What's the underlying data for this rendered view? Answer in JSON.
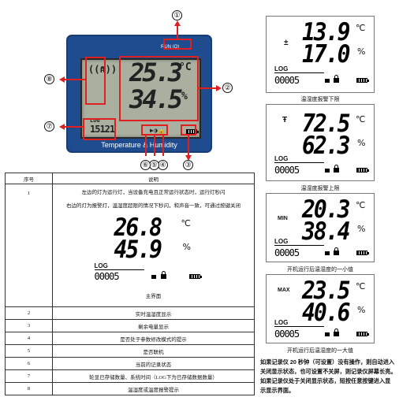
{
  "device": {
    "run_label": "RUN (O)",
    "temperature": "25.3",
    "humidity": "34.5",
    "temp_unit": "°C",
    "hum_unit": "%",
    "log_label": "LOG",
    "log_count": "15121",
    "footer": "Temperature & Humidity",
    "callouts": [
      "①",
      "②",
      "③",
      "④",
      "⑤",
      "⑥",
      "⑦",
      "⑧"
    ]
  },
  "table": {
    "headers": [
      "序号",
      "说明"
    ],
    "row1_num": "1",
    "row1_line1": "左边的灯为运行灯，当设备充电且正常运行状态时，运行灯秒闪",
    "row1_line2": "右边的灯为报警灯，温湿度超限的情况下秒闪，和声音一致，可通过按键关闭",
    "row1_lcd": {
      "temp": "26.8",
      "hum": "45.9",
      "temp_unit": "℃",
      "hum_unit": "%",
      "log_label": "LOG",
      "count": "00005"
    },
    "row1_caption": "主界面",
    "rows": [
      {
        "num": "2",
        "text": "实时温湿度显示"
      },
      {
        "num": "3",
        "text": "剩余电量显示"
      },
      {
        "num": "4",
        "text": "是否处于参数修改模式的提示"
      },
      {
        "num": "5",
        "text": "是否联机"
      },
      {
        "num": "6",
        "text": "当前的记录状态"
      },
      {
        "num": "7",
        "text": "轮显已存储数量、系统时间（LOG下为已存储数据数量）"
      },
      {
        "num": "8",
        "text": "温湿度或温度报警提示"
      }
    ]
  },
  "panels": [
    {
      "symbol": "±",
      "temp": "13.9",
      "hum": "17.0",
      "temp_unit": "℃",
      "hum_unit": "%",
      "log_label": "LOG",
      "count": "00005",
      "caption": "温湿度报警下限"
    },
    {
      "symbol": "Ŧ",
      "temp": "72.5",
      "hum": "62.3",
      "temp_unit": "℃",
      "hum_unit": "%",
      "log_label": "LOG",
      "count": "00005",
      "caption": "温湿度报警上限"
    },
    {
      "symbol": "MIN",
      "temp": "20.3",
      "hum": "38.4",
      "temp_unit": "℃",
      "hum_unit": "%",
      "log_label": "LOG",
      "count": "00005",
      "caption": "开机运行后温湿度的一小值"
    },
    {
      "symbol": "MAX",
      "temp": "23.5",
      "hum": "40.6",
      "temp_unit": "℃",
      "hum_unit": "%",
      "log_label": "LOG",
      "count": "00005",
      "caption": "开机运行后温湿度的一大值"
    }
  ],
  "note": {
    "line1": "如果记录仪 20 秒钟（可设置）没有操作，则自动进入",
    "line2": "关闭显示状态，也可设置不关屏，则记录仪屏幕长亮。",
    "line3": "如果记录仪处于关闭显示状态，短按任意按键进入显",
    "line4": "示显示界面。"
  }
}
